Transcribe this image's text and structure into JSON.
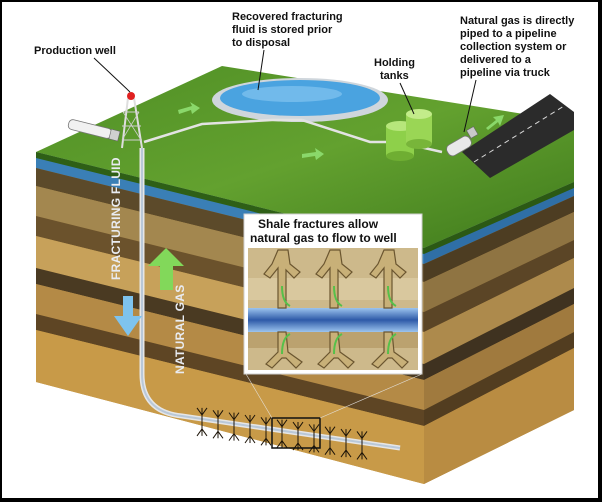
{
  "labels": {
    "production_well": "Production well",
    "recovered_fluid": [
      "Recovered fracturing",
      "fluid is stored prior",
      "to disposal"
    ],
    "holding_tanks": [
      "Holding",
      "tanks"
    ],
    "natural_gas_pipeline": [
      "Natural gas is directly",
      "piped to a pipeline",
      "collection system or",
      "delivered to a",
      "pipeline via truck"
    ],
    "fracturing_fluid": "FRACTURING FLUID",
    "natural_gas": "NATURAL GAS",
    "shale_inset": [
      "Shale fractures allow",
      "natural gas to flow to well"
    ]
  },
  "colors": {
    "grass": "#5a9a2a",
    "pond_water": "#4aa3e0",
    "tank_green": "#8ed04a",
    "arrow_blue": "#7ec3ee",
    "arrow_green": "#82d85a",
    "pipe_blue": "#3c6db4"
  }
}
